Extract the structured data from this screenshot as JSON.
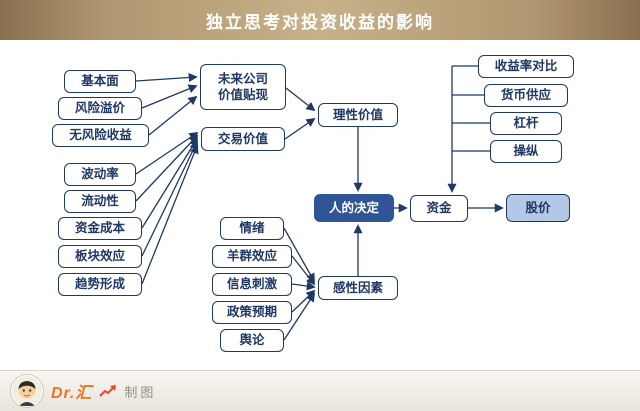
{
  "header": {
    "title": "独立思考对投资收益的影响"
  },
  "nodes": {
    "fundamentals": "基本面",
    "risk_premium": "风险溢价",
    "risk_free_return": "无风险收益",
    "future_value_discount": "未来公司\n价值贴现",
    "trading_value": "交易价值",
    "volatility": "波动率",
    "liquidity": "流动性",
    "capital_cost": "资金成本",
    "sector_effect": "板块效应",
    "trend_formation": "趋势形成",
    "rational_value": "理性价值",
    "human_decision": "人的决定",
    "emotion": "情绪",
    "herd_effect": "羊群效应",
    "info_stimulus": "信息刺激",
    "policy_expectation": "政策预期",
    "public_opinion": "舆论",
    "emotional_factors": "感性因素",
    "capital": "资金",
    "stock_price": "股价",
    "yield_comparison": "收益率对比",
    "money_supply": "货币供应",
    "leverage": "杠杆",
    "manipulation": "操纵"
  },
  "footer": {
    "brand": "Dr.汇",
    "caption": "制图",
    "trend_icon": "trend-chart-icon"
  },
  "colors": {
    "node_border": "#1f3864",
    "decision_fill": "#2f5597",
    "stock_fill": "#b4c7e7",
    "header_gold": "#c7b189",
    "brand_orange": "#e87722"
  }
}
